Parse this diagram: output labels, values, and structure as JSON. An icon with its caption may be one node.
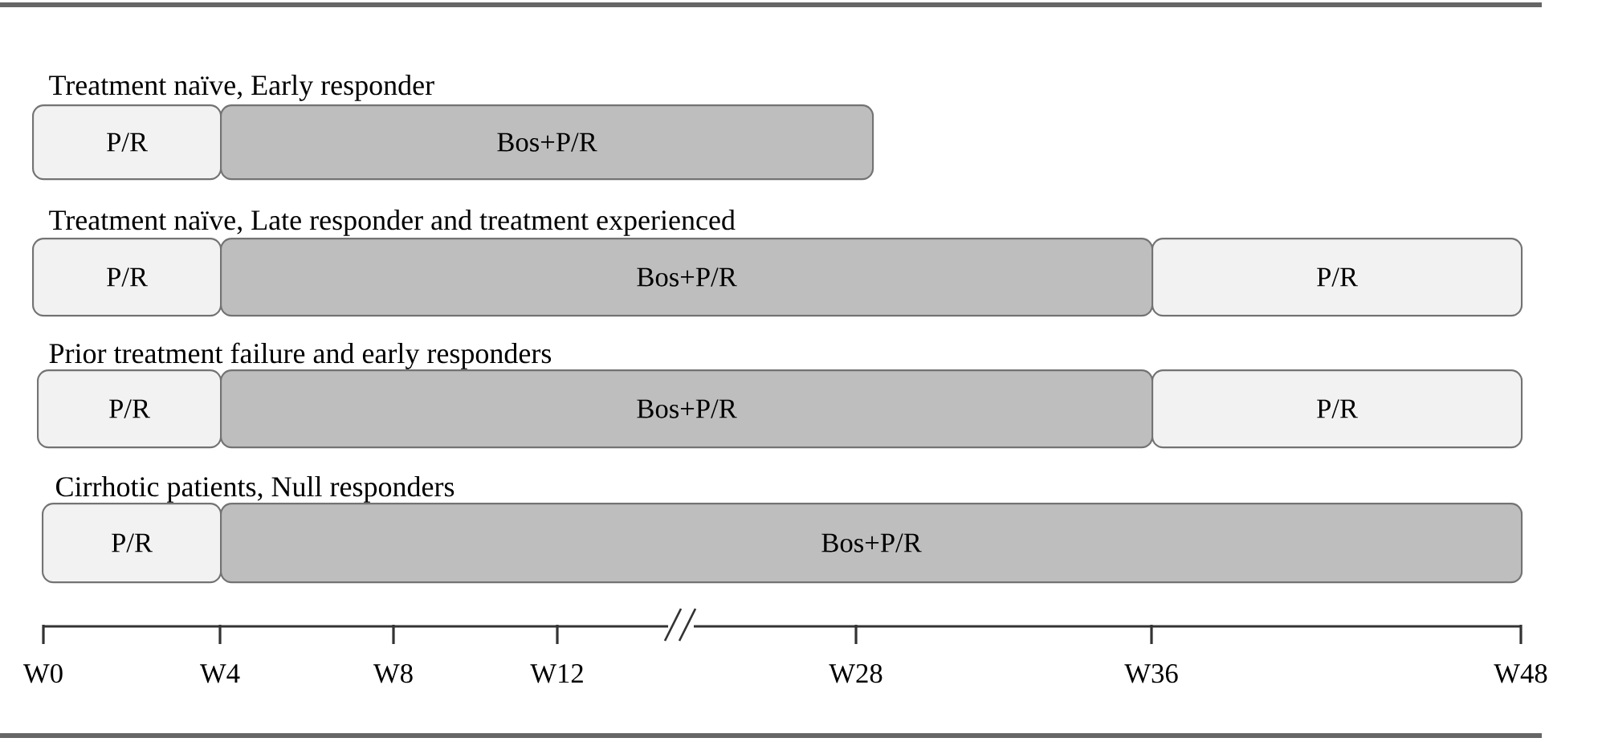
{
  "diagram": {
    "nodes": [
      {
        "text": [
          "P/R"
        ]
      },
      {
        "text": [
          "Bos+P/R"
        ]
      },
      {
        "text": [
          "P/R"
        ]
      },
      {
        "text": [
          "Bos+P/R"
        ]
      },
      {
        "text": [
          "P/R"
        ]
      },
      {
        "text": [
          "P/R"
        ]
      },
      {
        "text": [
          "Bos+P/R"
        ]
      },
      {
        "text": [
          "P/R"
        ]
      },
      {
        "text": [
          "P/R"
        ]
      },
      {
        "text": [
          "Bos+P/R"
        ]
      }
    ],
    "labels": [
      "Treatment naïve, Early responder",
      "Treatment naïve, Late responder and treatment experienced",
      "Prior treatment failure and early responders",
      "Cirrhotic patients, Null responders",
      "W0",
      "W4",
      "W8",
      "W12",
      "W28",
      "W36",
      "W48"
    ]
  }
}
